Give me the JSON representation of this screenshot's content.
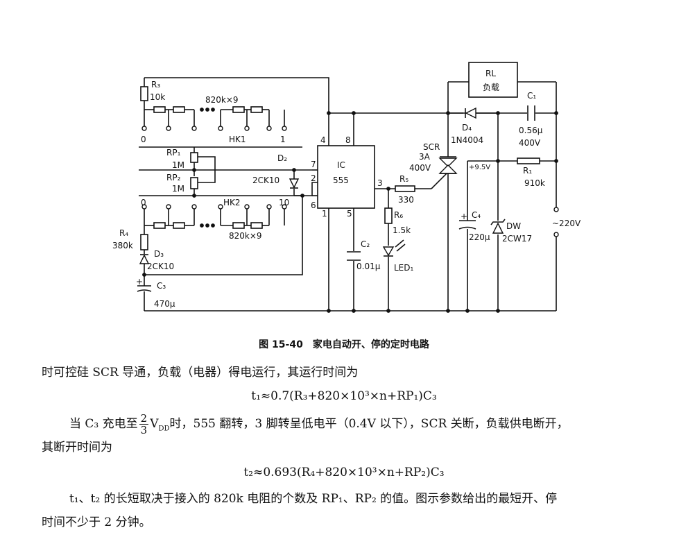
{
  "diagram": {
    "labels": {
      "r3": "R₃",
      "r3_val": "10k",
      "res_chain_top": "820k×9",
      "hk1": "HK1",
      "hk1_0": "0",
      "hk1_1": "1",
      "rp1": "RP₁",
      "rp1_val": "1M",
      "rp2": "RP₂",
      "rp2_val": "1M",
      "d2": "D₂",
      "d2_val": "2CK10",
      "hk2": "HK2",
      "hk2_0": "0",
      "hk2_10": "10",
      "r4": "R₄",
      "r4_val": "380k",
      "d3": "D₃",
      "d3_val": "2CK10",
      "c3": "C₃",
      "c3_val": "470μ",
      "res_chain_bot": "820k×9",
      "ic": "IC",
      "ic_val": "555",
      "pin4": "4",
      "pin8": "8",
      "pin7": "7",
      "pin2": "2",
      "pin6": "6",
      "pin3": "3",
      "pin1": "1",
      "pin5": "5",
      "c2": "C₂",
      "c2_val": "0.01μ",
      "r5": "R₅",
      "r5_val": "330",
      "r6": "R₆",
      "r6_val": "1.5k",
      "led": "LED₁",
      "scr": "SCR",
      "scr_i": "3A",
      "scr_v": "400V",
      "rl": "RL",
      "rl_sub": "负载",
      "d4": "D₄",
      "d4_val": "1N4004",
      "c1": "C₁",
      "c1_val": "0.56μ",
      "c1_v": "400V",
      "v95": "+9.5V",
      "r1": "R₁",
      "r1_val": "910k",
      "c4": "C₄",
      "c4_val": "220μ",
      "dw": "DW",
      "dw_val": "2CW17",
      "ac": "~220V",
      "plus": "+"
    }
  },
  "caption": "图 15-40　家电自动开、停的定时电路",
  "text": {
    "p1": "时可控硅 SCR 导通，负载（电器）得电运行，其运行时间为",
    "eq1": "t₁≈0.7(R₃+820×10³×n+RP₁)C₃",
    "p2_a": "当 C₃ 充电至",
    "p2_num": "2",
    "p2_den": "3",
    "p2_b": "V",
    "p2_sub": "DD",
    "p2_c": "时，555 翻转，3 脚转呈低电平（0.4V 以下），SCR 关断，负载供电断开，",
    "p3": "其断开时间为",
    "eq2": "t₂≈0.693(R₄+820×10³×n+RP₂)C₃",
    "p4": "t₁、t₂ 的长短取决于接入的 820k 电阻的个数及 RP₁、RP₂ 的值。图示参数给出的最短开、停",
    "p5": "时间不少于 2 分钟。"
  }
}
